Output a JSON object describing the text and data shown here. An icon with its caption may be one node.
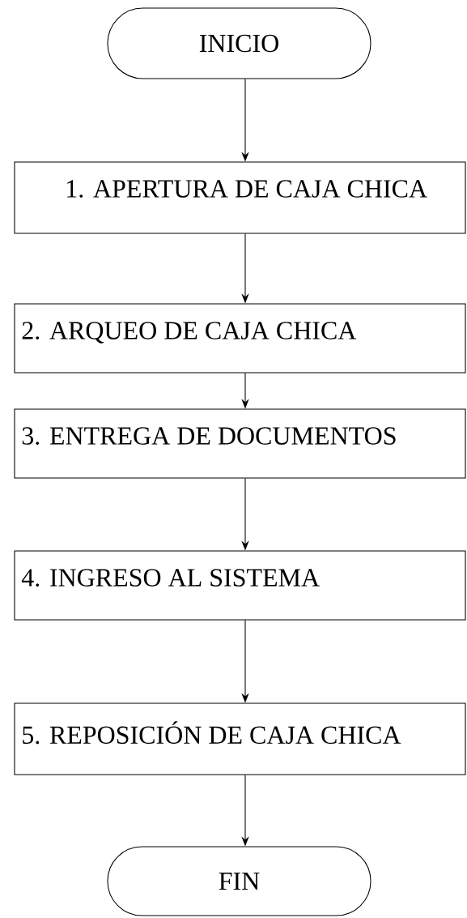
{
  "diagram": {
    "nodes": [
      {
        "text": [
          "INICIO"
        ]
      },
      {
        "text": [
          "1. APERTURA DE CAJA CHICA"
        ]
      },
      {
        "text": [
          "2. ARQUEO DE CAJA CHICA"
        ]
      },
      {
        "text": [
          "3. ENTREGA DE DOCUMENTOS"
        ]
      },
      {
        "text": [
          "4. INGRESO AL SISTEMA"
        ]
      },
      {
        "text": [
          "5. REPOSICIÓN DE CAJA CHICA"
        ]
      },
      {
        "text": [
          "FIN"
        ]
      }
    ],
    "edges": [
      {
        "from": 0,
        "to": 1,
        "arrow": "to"
      },
      {
        "from": 1,
        "to": 2,
        "arrow": "to"
      },
      {
        "from": 2,
        "to": 3,
        "arrow": "to"
      },
      {
        "from": 3,
        "to": 4,
        "arrow": "to"
      },
      {
        "from": 4,
        "to": 5,
        "arrow": "to"
      },
      {
        "from": 5,
        "to": 6,
        "arrow": "to"
      }
    ]
  }
}
